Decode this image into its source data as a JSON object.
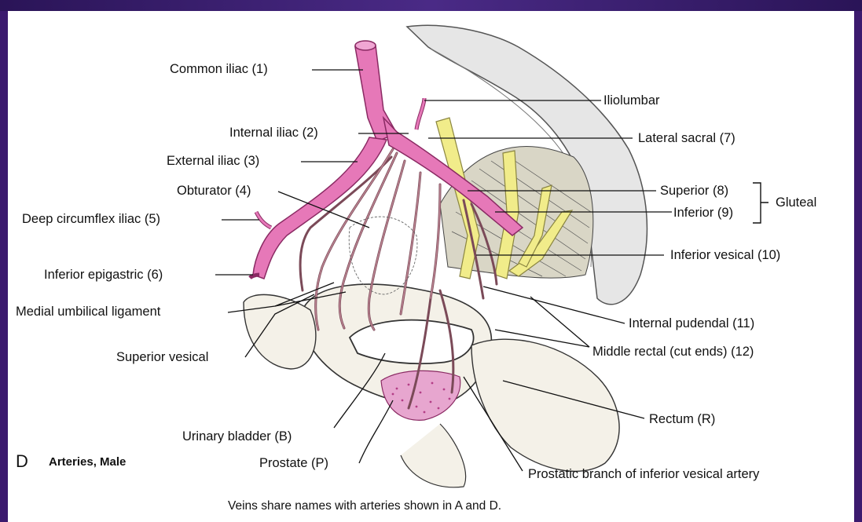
{
  "colors": {
    "frame": "#3b1a6e",
    "artery": "#e678b8",
    "artery_outline": "#8a2a63",
    "nerve": "#f1ec8a",
    "branch": "#7b4a58"
  },
  "panel": {
    "letter": "D",
    "title": "Arteries, Male",
    "caption": "Veins share names with arteries shown in A and D."
  },
  "labels": {
    "common_iliac": "Common iliac (1)",
    "iliolumbar": "Iliolumbar",
    "internal_iliac": "Internal iliac (2)",
    "lateral_sacral": "Lateral sacral (7)",
    "external_iliac": "External iliac (3)",
    "obturator": "Obturator (4)",
    "superior_gluteal": "Superior (8)",
    "inferior_gluteal": "Inferior (9)",
    "gluteal": "Gluteal",
    "deep_circumflex_iliac": "Deep circumflex iliac (5)",
    "inferior_vesical": "Inferior vesical (10)",
    "inferior_epigastric": "Inferior epigastric (6)",
    "medial_umbilical_ligament": "Medial umbilical ligament",
    "internal_pudendal": "Internal pudendal (11)",
    "superior_vesical": "Superior vesical",
    "middle_rectal": "Middle rectal (cut ends) (12)",
    "rectum": "Rectum (R)",
    "urinary_bladder": "Urinary bladder (B)",
    "prostate": "Prostate (P)",
    "prostatic_branch": "Prostatic branch of inferior vesical artery"
  }
}
